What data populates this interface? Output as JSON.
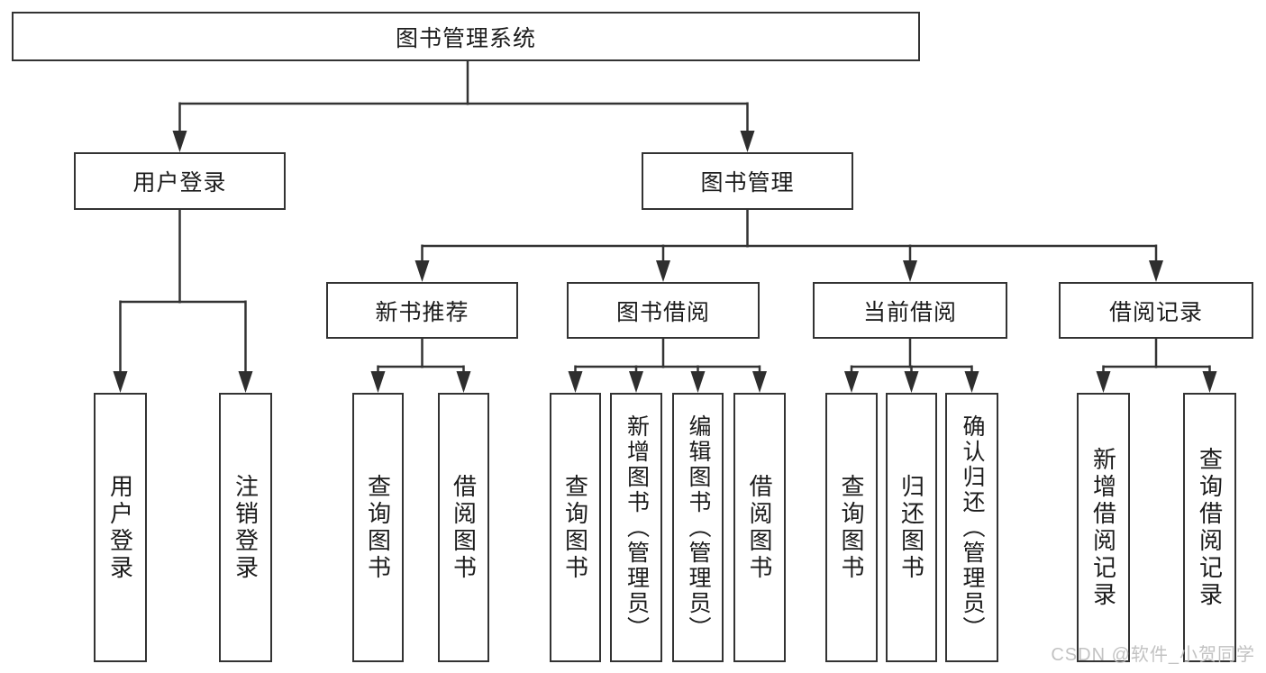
{
  "diagram_type": "functional-structure-tree",
  "colors": {
    "line": "#333333",
    "arrow": "#2e2e2e",
    "box_background": "#ffffff",
    "text": "#1c1c1c",
    "watermark": "#bdbdbd"
  },
  "tree": {
    "root": {
      "label": "图书管理系统"
    },
    "branches": [
      {
        "label": "用户登录",
        "children": [
          {
            "label": "用户登录"
          },
          {
            "label": "注销登录"
          }
        ]
      },
      {
        "label": "图书管理",
        "children": [
          {
            "label": "新书推荐",
            "children": [
              {
                "label": "查询图书"
              },
              {
                "label": "借阅图书"
              }
            ]
          },
          {
            "label": "图书借阅",
            "children": [
              {
                "label": "查询图书"
              },
              {
                "label": "新增图书（管理员）"
              },
              {
                "label": "编辑图书（管理员）"
              },
              {
                "label": "借阅图书"
              }
            ]
          },
          {
            "label": "当前借阅",
            "children": [
              {
                "label": "查询图书"
              },
              {
                "label": "归还图书"
              },
              {
                "label": "确认归还（管理员）"
              }
            ]
          },
          {
            "label": "借阅记录",
            "children": [
              {
                "label": "新增借阅记录"
              },
              {
                "label": "查询借阅记录"
              }
            ]
          }
        ]
      }
    ]
  },
  "watermark": {
    "text": "CSDN @软件_小贺同学"
  }
}
